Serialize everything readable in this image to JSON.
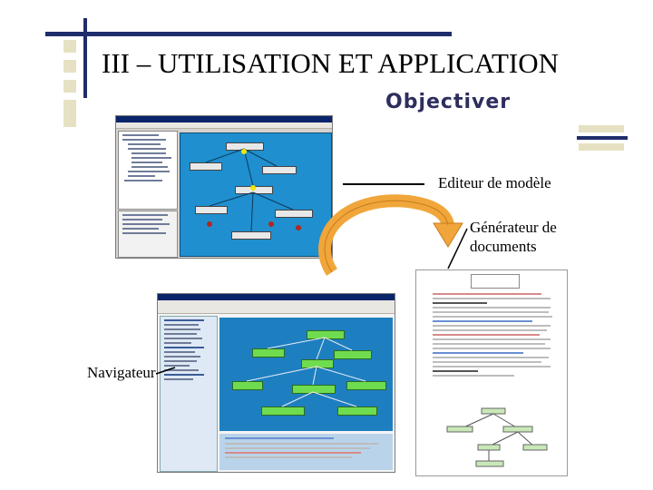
{
  "slide_title": "III – UTILISATION ET APPLICATION",
  "brand": "Objectiver",
  "labels": {
    "editor": "Editeur de modèle",
    "generator_line1": "Générateur de",
    "generator_line2": "documents",
    "navigator": "Navigateur"
  },
  "colors": {
    "accent_dark": "#1f2d6b",
    "accent_light": "#e6e1c2",
    "arrow_orange": "#f0a63a",
    "canvas_blue": "#1f8fcf"
  },
  "icons": [
    "curved-arrow-icon",
    "pointer-line-icon"
  ]
}
